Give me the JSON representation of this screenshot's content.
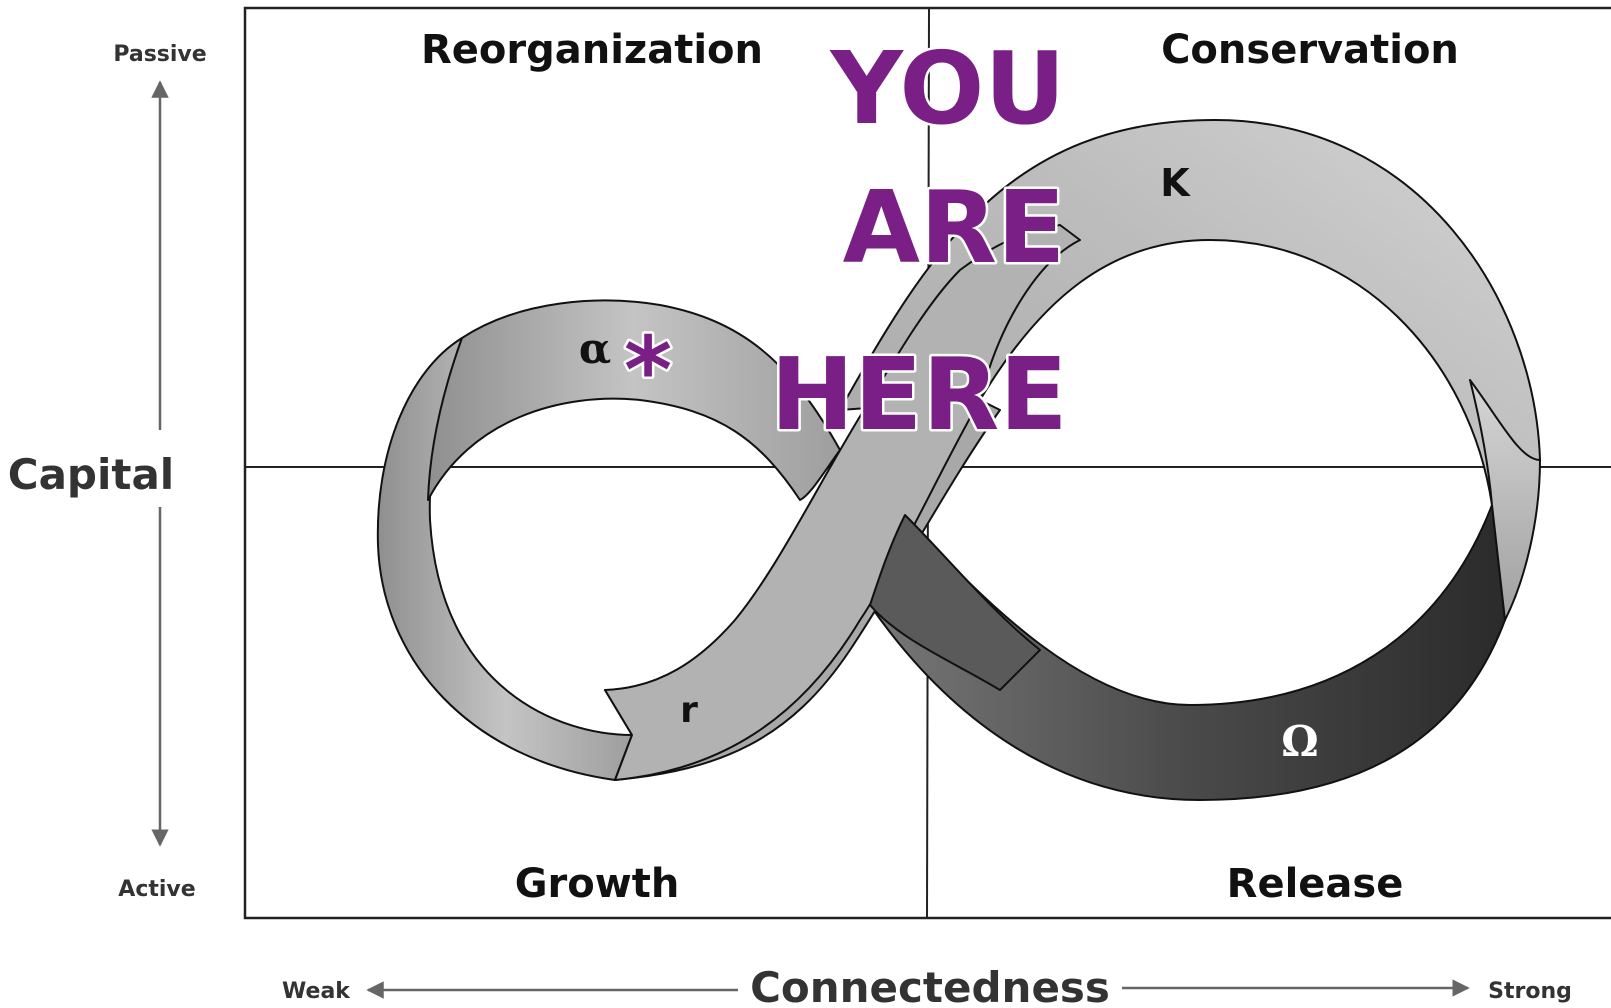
{
  "diagram": {
    "quadrants": {
      "top_left": "Reorganization",
      "top_right": "Conservation",
      "bottom_left": "Growth",
      "bottom_right": "Release"
    },
    "phase_symbols": {
      "alpha": "α",
      "k": "K",
      "r": "r",
      "omega": "Ω"
    },
    "y_axis": {
      "title": "Capital",
      "top_label": "Passive",
      "bottom_label": "Active"
    },
    "x_axis": {
      "title": "Connectedness",
      "left_label": "Weak",
      "right_label": "Strong"
    }
  },
  "callout": {
    "marker": "*",
    "lines": [
      "YOU",
      "ARE",
      "HERE"
    ],
    "color": "#7a1f85"
  },
  "colors": {
    "band_light": "#c8c8c8",
    "band_mid": "#9a9a9a",
    "band_dark": "#3a3a3a",
    "axis_gray": "#666666",
    "frame": "#222222"
  }
}
